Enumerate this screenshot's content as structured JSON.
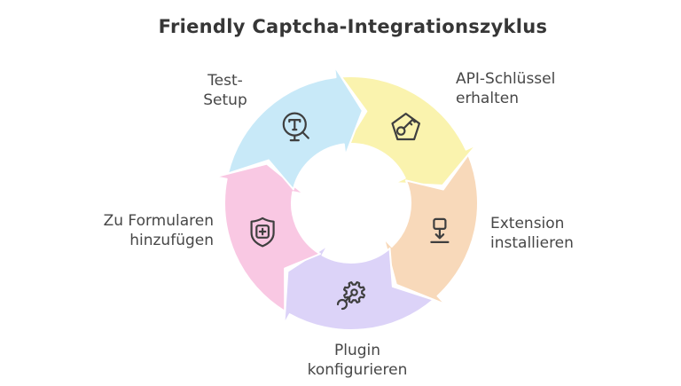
{
  "title": "Friendly Captcha-Integrationszyklus",
  "steps": [
    {
      "id": "api-key",
      "label": "API-Schlüssel\nerhalten",
      "color": "#faf3ae",
      "icon": "pentagon-key-icon"
    },
    {
      "id": "extension",
      "label": "Extension\ninstallieren",
      "color": "#f8d9ba",
      "icon": "download-icon"
    },
    {
      "id": "plugin",
      "label": "Plugin\nkonfigurieren",
      "color": "#dcd3f8",
      "icon": "wrench-gear-icon"
    },
    {
      "id": "forms",
      "label": "Zu Formularen\nhinzufügen",
      "color": "#f9c8e3",
      "icon": "shield-plus-icon"
    },
    {
      "id": "test",
      "label": "Test-\nSetup",
      "color": "#c8e9f8",
      "icon": "magnifier-test-icon"
    }
  ],
  "colors": {
    "background": "#ffffff",
    "icon_stroke": "#3f3f3f",
    "label_text": "#474747",
    "title_text": "#363636",
    "arrow_outline": "#ffffff"
  }
}
